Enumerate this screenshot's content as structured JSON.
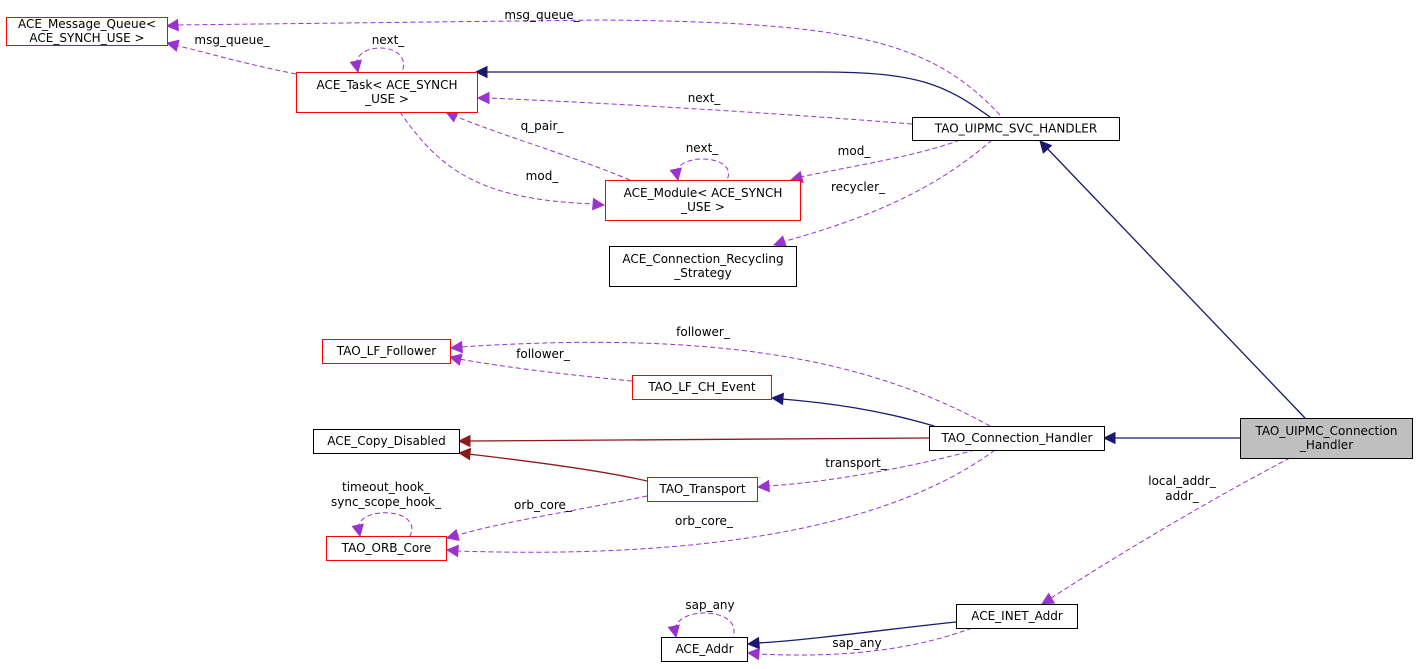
{
  "diagram": {
    "nodes": [
      {
        "id": "msg_queue",
        "lines": [
          "ACE_Message_Queue<",
          "ACE_SYNCH_USE >"
        ],
        "border": "#ff0000",
        "fill": "#ffffff"
      },
      {
        "id": "task",
        "lines": [
          "ACE_Task< ACE_SYNCH",
          "_USE >"
        ],
        "border": "#ff0000",
        "fill": "#ffffff"
      },
      {
        "id": "module",
        "lines": [
          "ACE_Module< ACE_SYNCH",
          "_USE >"
        ],
        "border": "#ff0000",
        "fill": "#ffffff"
      },
      {
        "id": "recycling",
        "lines": [
          "ACE_Connection_Recycling",
          "_Strategy"
        ],
        "border": "#000000",
        "fill": "#ffffff"
      },
      {
        "id": "svc_handler",
        "lines": [
          "TAO_UIPMC_SVC_HANDLER"
        ],
        "border": "#000000",
        "fill": "#ffffff"
      },
      {
        "id": "lf_follower",
        "lines": [
          "TAO_LF_Follower"
        ],
        "border": "#ff0000",
        "fill": "#ffffff"
      },
      {
        "id": "lf_ch_event",
        "lines": [
          "TAO_LF_CH_Event"
        ],
        "border": "#ff0000",
        "fill": "#ffffff"
      },
      {
        "id": "copy_disabled",
        "lines": [
          "ACE_Copy_Disabled"
        ],
        "border": "#000000",
        "fill": "#ffffff"
      },
      {
        "id": "conn_handler",
        "lines": [
          "TAO_Connection_Handler"
        ],
        "border": "#000000",
        "fill": "#ffffff"
      },
      {
        "id": "uipmc_conn",
        "lines": [
          "TAO_UIPMC_Connection",
          "_Handler"
        ],
        "border": "#000000",
        "fill": "#bfbfbf"
      },
      {
        "id": "transport",
        "lines": [
          "TAO_Transport"
        ],
        "border": "#ff0000",
        "fill": "#ffffff"
      },
      {
        "id": "orb_core",
        "lines": [
          "TAO_ORB_Core"
        ],
        "border": "#ff0000",
        "fill": "#ffffff"
      },
      {
        "id": "inet_addr",
        "lines": [
          "ACE_INET_Addr"
        ],
        "border": "#000000",
        "fill": "#ffffff"
      },
      {
        "id": "ace_addr",
        "lines": [
          "ACE_Addr"
        ],
        "border": "#000000",
        "fill": "#ffffff"
      }
    ],
    "edges": [
      {
        "id": "e-svc-task",
        "from": "svc_handler",
        "to": "task",
        "kind": "inherit",
        "color": "#191970",
        "lines": []
      },
      {
        "id": "e-uipmc-svc",
        "from": "uipmc_conn",
        "to": "svc_handler",
        "kind": "inherit",
        "color": "#191970",
        "lines": []
      },
      {
        "id": "e-uipmc-conn",
        "from": "uipmc_conn",
        "to": "conn_handler",
        "kind": "inherit",
        "color": "#191970",
        "lines": []
      },
      {
        "id": "e-conn-lfch",
        "from": "conn_handler",
        "to": "lf_ch_event",
        "kind": "inherit",
        "color": "#191970",
        "lines": []
      },
      {
        "id": "e-conn-copy",
        "from": "conn_handler",
        "to": "copy_disabled",
        "kind": "private",
        "color": "#8b1a1a",
        "lines": []
      },
      {
        "id": "e-trans-copy",
        "from": "transport",
        "to": "copy_disabled",
        "kind": "private",
        "color": "#8b1a1a",
        "lines": []
      },
      {
        "id": "e-inet-addr",
        "from": "inet_addr",
        "to": "ace_addr",
        "kind": "inherit",
        "color": "#191970",
        "lines": []
      },
      {
        "id": "e-svc-mq",
        "from": "svc_handler",
        "to": "msg_queue",
        "kind": "use",
        "color": "#9a32cd",
        "lines": [
          "msg_queue_"
        ]
      },
      {
        "id": "e-task-mq",
        "from": "task",
        "to": "msg_queue",
        "kind": "use",
        "color": "#9a32cd",
        "lines": [
          "msg_queue_"
        ]
      },
      {
        "id": "e-task-self",
        "from": "task",
        "to": "task",
        "kind": "use",
        "color": "#9a32cd",
        "lines": [
          "next_"
        ]
      },
      {
        "id": "e-svc-task-next",
        "from": "svc_handler",
        "to": "task",
        "kind": "use",
        "color": "#9a32cd",
        "lines": [
          "next_"
        ]
      },
      {
        "id": "e-mod-task",
        "from": "module",
        "to": "task",
        "kind": "use",
        "color": "#9a32cd",
        "lines": [
          "q_pair_"
        ]
      },
      {
        "id": "e-task-mod",
        "from": "task",
        "to": "module",
        "kind": "use",
        "color": "#9a32cd",
        "lines": [
          "mod_"
        ]
      },
      {
        "id": "e-mod-self",
        "from": "module",
        "to": "module",
        "kind": "use",
        "color": "#9a32cd",
        "lines": [
          "next_"
        ]
      },
      {
        "id": "e-svc-mod",
        "from": "svc_handler",
        "to": "module",
        "kind": "use",
        "color": "#9a32cd",
        "lines": [
          "mod_"
        ]
      },
      {
        "id": "e-svc-recyc",
        "from": "svc_handler",
        "to": "recycling",
        "kind": "use",
        "color": "#9a32cd",
        "lines": [
          "recycler_"
        ]
      },
      {
        "id": "e-conn-lff",
        "from": "conn_handler",
        "to": "lf_follower",
        "kind": "use",
        "color": "#9a32cd",
        "lines": [
          "follower_"
        ]
      },
      {
        "id": "e-lfch-lff",
        "from": "lf_ch_event",
        "to": "lf_follower",
        "kind": "use",
        "color": "#9a32cd",
        "lines": [
          "follower_"
        ]
      },
      {
        "id": "e-conn-trans",
        "from": "conn_handler",
        "to": "transport",
        "kind": "use",
        "color": "#9a32cd",
        "lines": [
          "transport_"
        ]
      },
      {
        "id": "e-trans-orb",
        "from": "transport",
        "to": "orb_core",
        "kind": "use",
        "color": "#9a32cd",
        "lines": [
          "orb_core_"
        ]
      },
      {
        "id": "e-conn-orb",
        "from": "conn_handler",
        "to": "orb_core",
        "kind": "use",
        "color": "#9a32cd",
        "lines": [
          "orb_core_"
        ]
      },
      {
        "id": "e-orb-self",
        "from": "orb_core",
        "to": "orb_core",
        "kind": "use",
        "color": "#9a32cd",
        "lines": [
          "timeout_hook_",
          "sync_scope_hook_"
        ]
      },
      {
        "id": "e-uipmc-inet",
        "from": "uipmc_conn",
        "to": "inet_addr",
        "kind": "use",
        "color": "#9a32cd",
        "lines": [
          "local_addr_",
          "addr_"
        ]
      },
      {
        "id": "e-addr-self",
        "from": "ace_addr",
        "to": "ace_addr",
        "kind": "use",
        "color": "#9a32cd",
        "lines": [
          "sap_any"
        ]
      },
      {
        "id": "e-inet-addr-sap",
        "from": "inet_addr",
        "to": "ace_addr",
        "kind": "use",
        "color": "#9a32cd",
        "lines": [
          "sap_any"
        ]
      }
    ]
  }
}
